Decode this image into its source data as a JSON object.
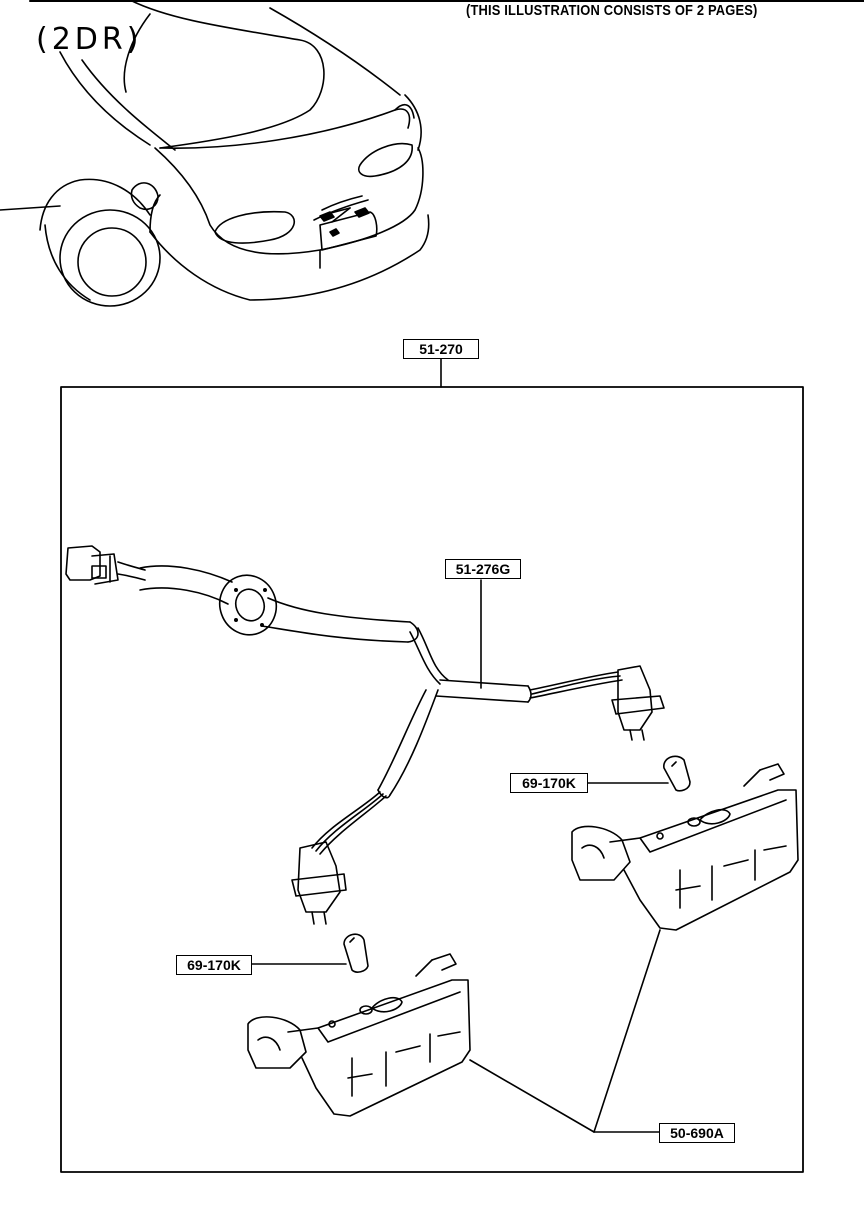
{
  "header": {
    "note": "(THIS ILLUSTRATION CONSISTS OF  2 PAGES)",
    "variant": "(2DR)"
  },
  "callouts": {
    "assembly": "51-270",
    "harness": "51-276G",
    "bulb_right": "69-170K",
    "bulb_left": "69-170K",
    "lamp_housing": "50-690A"
  }
}
